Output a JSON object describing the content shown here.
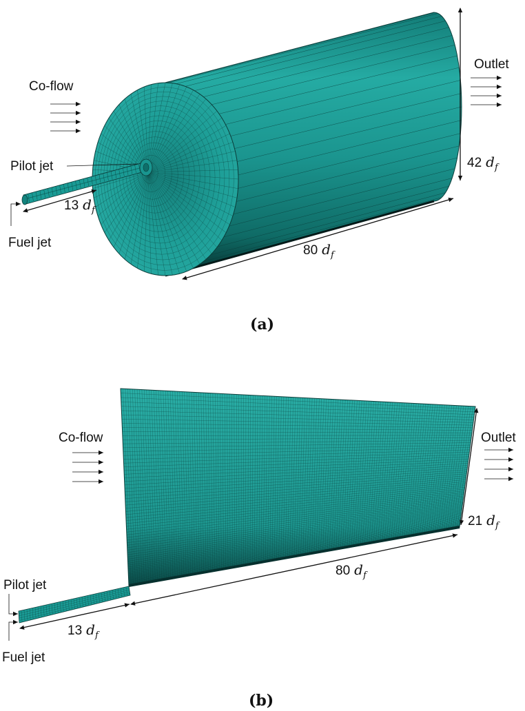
{
  "panel_a": {
    "caption": "(a)",
    "labels": {
      "coflow": "Co-flow",
      "outlet": "Outlet",
      "pilot": "Pilot jet",
      "fuel": "Fuel jet"
    },
    "dims": {
      "pipe_len": {
        "num": "13",
        "sym": "d",
        "sub": "f"
      },
      "domain_len": {
        "num": "80",
        "sym": "d",
        "sub": "f"
      },
      "diameter": {
        "num": "42",
        "sym": "d",
        "sub": "f"
      }
    }
  },
  "panel_b": {
    "caption": "(b)",
    "labels": {
      "coflow": "Co-flow",
      "outlet": "Outlet",
      "pilot": "Pilot jet",
      "fuel": "Fuel jet"
    },
    "dims": {
      "pipe_len": {
        "num": "13",
        "sym": "d",
        "sub": "f"
      },
      "domain_len": {
        "num": "80",
        "sym": "d",
        "sub": "f"
      },
      "radius": {
        "num": "21",
        "sym": "d",
        "sub": "f"
      }
    }
  },
  "colors": {
    "mesh": "#1a9b95",
    "mesh_light": "#2fb5ad",
    "mesh_dark": "#0e6f6a",
    "grid_line": "#0b3d3a",
    "text": "#111111"
  }
}
